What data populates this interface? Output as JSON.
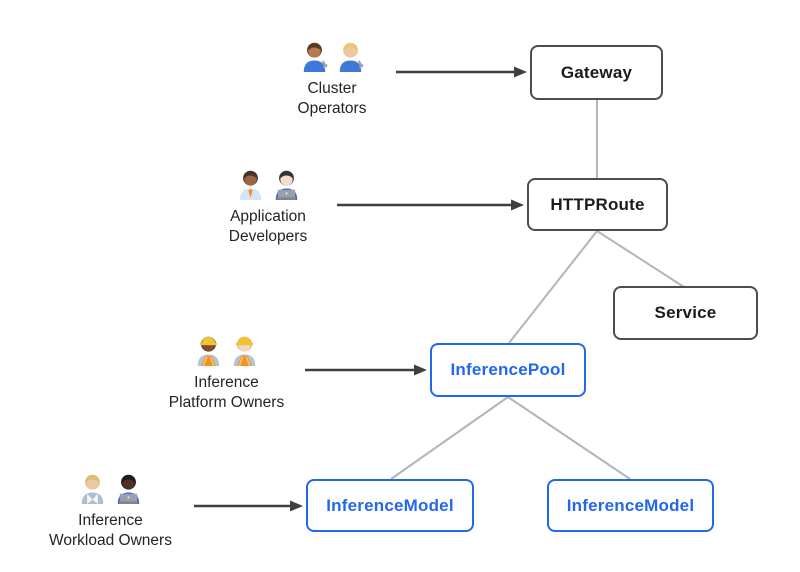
{
  "page": {
    "background": "#ffffff",
    "description": "Gateway API inference extension resource-model diagram"
  },
  "colors": {
    "page_background": "#ffffff",
    "box_border_dark": "#4d4d4d",
    "box_text_dark": "#1b1b1b",
    "box_border_blue": "#2267ee",
    "box_text_blue": "#2267ee",
    "connector_gray": "#b5b5b5",
    "arrow_dark": "#3f3f3f"
  },
  "boxes": {
    "gateway": {
      "label": "Gateway",
      "style": "dark"
    },
    "httproute": {
      "label": "HTTPRoute",
      "style": "dark"
    },
    "service": {
      "label": "Service",
      "style": "dark"
    },
    "inference_pool": {
      "label": "InferencePool",
      "style": "blue"
    },
    "inference_model_left": {
      "label": "InferenceModel",
      "style": "blue"
    },
    "inference_model_right": {
      "label": "InferenceModel",
      "style": "blue"
    }
  },
  "edges": [
    {
      "from": "Gateway",
      "to": "HTTPRoute",
      "kind": "gray-line"
    },
    {
      "from": "HTTPRoute",
      "to": "InferencePool",
      "kind": "gray-line"
    },
    {
      "from": "HTTPRoute",
      "to": "Service",
      "kind": "gray-line"
    },
    {
      "from": "InferencePool",
      "to": "InferenceModel (left)",
      "kind": "gray-line"
    },
    {
      "from": "InferencePool",
      "to": "InferenceModel (right)",
      "kind": "gray-line"
    }
  ],
  "actor_arrows": [
    {
      "from": "Cluster Operators",
      "to": "Gateway"
    },
    {
      "from": "Application Developers",
      "to": "HTTPRoute"
    },
    {
      "from": "Inference Platform Owners",
      "to": "InferencePool"
    },
    {
      "from": "Inference Workload Owners",
      "to": "InferenceModel (left)"
    }
  ],
  "actors": [
    {
      "name": "cluster-operators",
      "label_line1": "Cluster",
      "label_line2": "Operators",
      "emoji": "👨🏽‍🔧 👩🏼‍🔧",
      "people": [
        {
          "icon": "man-mechanic-emoji",
          "skin": "#b57a52",
          "hair": "#5b3a25",
          "shirt": "#3d79d8",
          "accessories": [
            "wrench"
          ]
        },
        {
          "icon": "woman-mechanic-emoji",
          "skin": "#ebc8a4",
          "hair": "#e6c876",
          "shirt": "#3d79d8",
          "accessories": [
            "wrench"
          ]
        }
      ]
    },
    {
      "name": "application-developers",
      "label_line1": "Application",
      "label_line2": "Developers",
      "emoji": "👨🏾‍💼 👩🏻‍💻",
      "people": [
        {
          "icon": "man-office-worker-emoji",
          "skin": "#9c6644",
          "hair": "#46342a",
          "shirt": "#d7e4f4",
          "accessories": [
            "tie"
          ]
        },
        {
          "icon": "woman-technologist-emoji",
          "skin": "#f6ddc9",
          "hair": "#33333b",
          "shirt": "#3b5fd0",
          "accessories": [
            "laptop"
          ]
        }
      ]
    },
    {
      "name": "inference-platform-owners",
      "label_line1": "Inference",
      "label_line2": "Platform Owners",
      "emoji": "👷🏿‍♀️ 👷🏻",
      "people": [
        {
          "icon": "woman-construction-worker-emoji",
          "skin": "#7b4b33",
          "hair": "#3c2a22",
          "shirt": "#b4c3dc",
          "accessories": [
            "vest",
            "helmet"
          ]
        },
        {
          "icon": "man-construction-worker-emoji",
          "skin": "#f2d6bd",
          "hair": "#c9a268",
          "shirt": "#b4c3dc",
          "accessories": [
            "vest",
            "helmet"
          ]
        }
      ]
    },
    {
      "name": "inference-workload-owners",
      "label_line1": "Inference",
      "label_line2": "Workload Owners",
      "emoji": "🧑🏼‍⚕️ 👨🏿‍💻",
      "people": [
        {
          "icon": "health-worker-emoji",
          "skin": "#ecc9a3",
          "hair": "#ddbd72",
          "shirt": "#aebfd4",
          "accessories": [
            "coat"
          ]
        },
        {
          "icon": "man-technologist-emoji",
          "skin": "#4f3223",
          "hair": "#1f1b18",
          "shirt": "#3b5fd0",
          "accessories": [
            "laptop"
          ]
        }
      ]
    }
  ]
}
